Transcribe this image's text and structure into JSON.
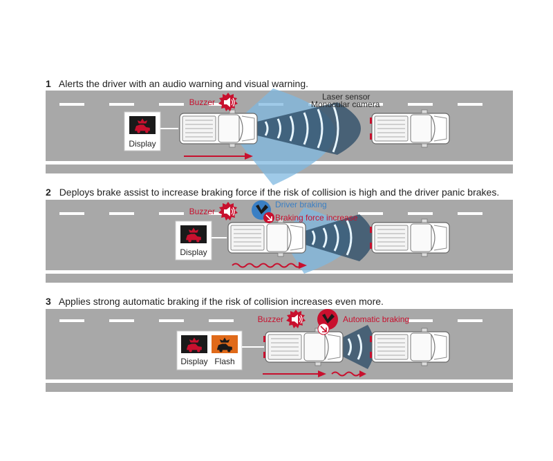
{
  "steps": [
    {
      "number": "1",
      "text": "Alerts the driver with an audio warning and visual warning.",
      "buzzer_label": "Buzzer",
      "display_label": "Display",
      "sensor_label_1": "Laser sensor",
      "sensor_label_2": "Monocular camera"
    },
    {
      "number": "2",
      "text": "Deploys brake assist to increase braking force if the risk of collision is high and the driver panic brakes.",
      "buzzer_label": "Buzzer",
      "display_label": "Display",
      "driver_braking_label": "Driver braking",
      "braking_force_label": "Braking force increase"
    },
    {
      "number": "3",
      "text": "Applies strong automatic braking if the risk of collision increases even more.",
      "buzzer_label": "Buzzer",
      "display_label": "Display",
      "flash_label": "Flash",
      "automatic_braking_label": "Automatic braking"
    }
  ],
  "colors": {
    "road": "#a8a8a8",
    "lane_marking": "#ffffff",
    "accent_red": "#c8102e",
    "sensor_beam": "#2f4f69",
    "sensor_highlight": "#7fb8e0",
    "driver_braking_blue": "#3a7fc4",
    "display_orange": "#e06a1a"
  }
}
